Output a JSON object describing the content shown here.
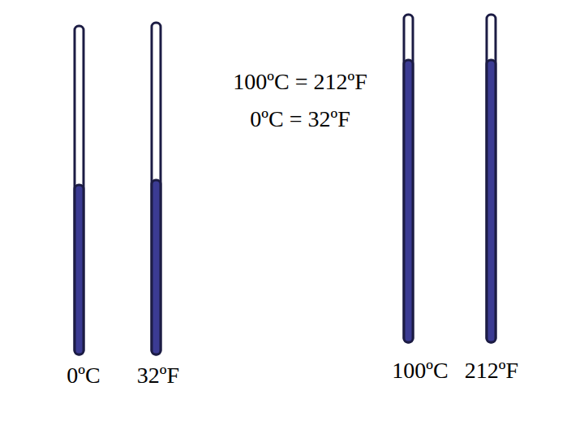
{
  "diagram": {
    "labels": [
      "100ºC = 212ºF",
      "0ºC = 32ºF",
      "0ºC",
      "32ºF",
      "100ºC",
      "212ºF"
    ]
  }
}
